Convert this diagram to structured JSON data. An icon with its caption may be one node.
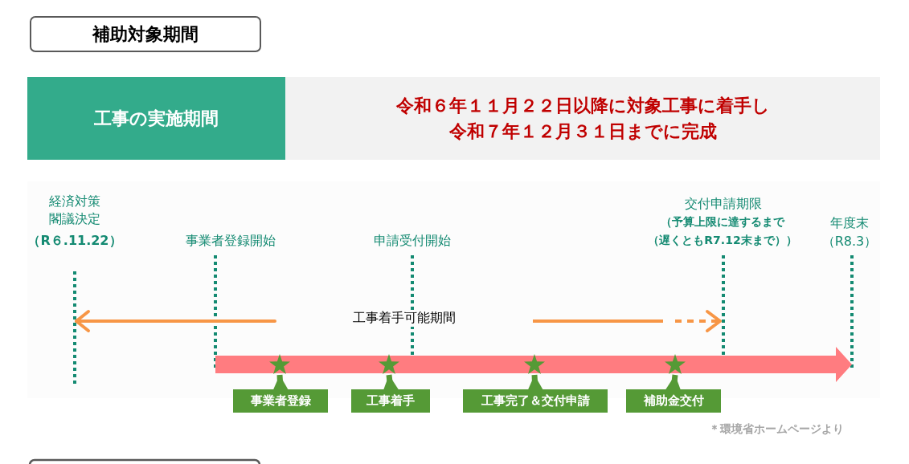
{
  "diagram": {
    "nodes": [
      {
        "text": [
          "補助対象期間"
        ]
      },
      {
        "text": [
          "工事の実施期間"
        ]
      },
      {
        "text": [
          "令和６年１１月２２日以降に対象工事に着手し令和７年１２月３１日までに完成"
        ]
      },
      {
        "text": [
          "事業者登録"
        ]
      },
      {
        "text": [
          "工事着手"
        ]
      },
      {
        "text": [
          "工事完了＆交付申請"
        ]
      },
      {
        "text": [
          "補助金交付"
        ]
      },
      {
        "text": [],
        "shape": "arrow"
      },
      {
        "text": [],
        "shape": "star",
        "in": 7
      },
      {
        "text": [],
        "shape": "star",
        "in": 7
      },
      {
        "text": [],
        "shape": "star",
        "in": 7
      },
      {
        "text": [],
        "shape": "star",
        "in": 7
      }
    ],
    "edges": [
      {
        "from": 3,
        "to": 8,
        "arrow": "to"
      },
      {
        "from": 4,
        "to": 9,
        "arrow": "to"
      },
      {
        "from": 5,
        "to": 10,
        "arrow": "to"
      },
      {
        "from": 6,
        "to": 11,
        "arrow": "to"
      }
    ],
    "labels": [
      "経済対策閣議決定",
      "（R６.11.22）",
      "事業者登録開始",
      "申請受付開始",
      "交付申請期限",
      "（予算上限に達するまで",
      "（遅くともR7.12末まで））",
      "年度末",
      "（R8.3）",
      "工事着手可能期間",
      "＊環境省ホームページより"
    ]
  }
}
